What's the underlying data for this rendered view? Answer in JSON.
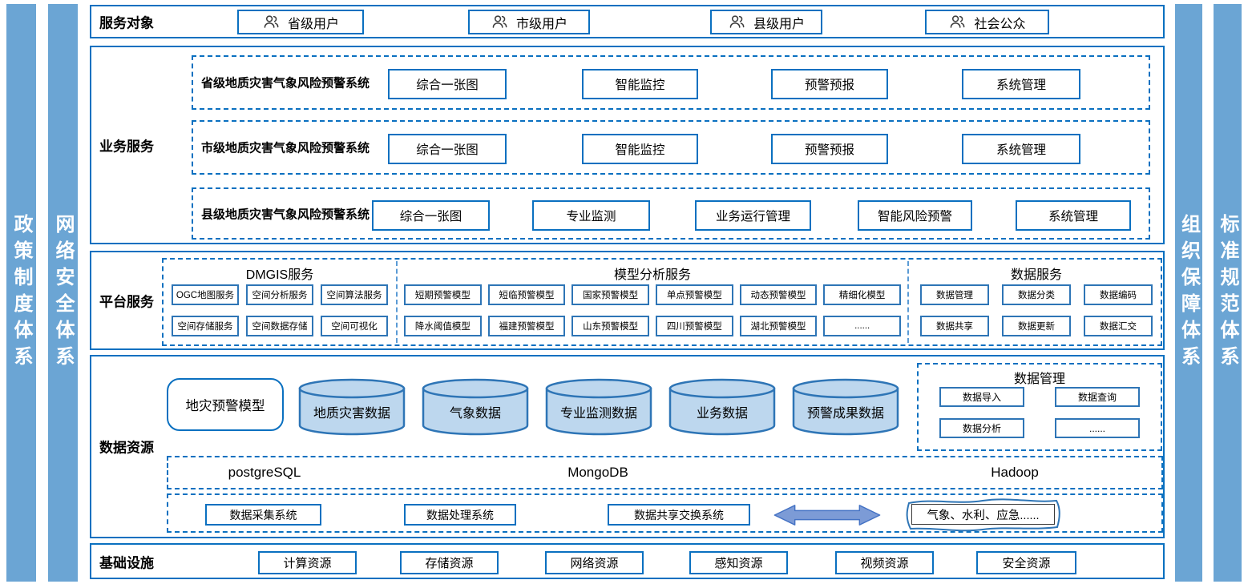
{
  "colors": {
    "accent_blue": "#0A70C0",
    "pillar_blue": "#6BA5D4",
    "cylinder_fill": "#BDD7EE",
    "small_box_border": "#2E75B6",
    "arrow_fill": "#7C9BD6"
  },
  "pillars": {
    "left": [
      "政策制度体系",
      "网络安全体系"
    ],
    "right": [
      "组织保障体系",
      "标准规范体系"
    ]
  },
  "service_targets": {
    "title": "服务对象",
    "items": [
      "省级用户",
      "市级用户",
      "县级用户",
      "社会公众"
    ]
  },
  "business_services": {
    "title": "业务服务",
    "systems": [
      {
        "name": "省级地质灾害气象风险预警系统",
        "modules": [
          "综合一张图",
          "智能监控",
          "预警预报",
          "系统管理"
        ]
      },
      {
        "name": "市级地质灾害气象风险预警系统",
        "modules": [
          "综合一张图",
          "智能监控",
          "预警预报",
          "系统管理"
        ]
      },
      {
        "name": "县级地质灾害气象风险预警系统",
        "modules": [
          "综合一张图",
          "专业监测",
          "业务运行管理",
          "智能风险预警",
          "系统管理"
        ]
      }
    ]
  },
  "platform_services": {
    "title": "平台服务",
    "groups": [
      {
        "name": "DMGIS服务",
        "rows": [
          [
            "OGC地图服务",
            "空间分析服务",
            "空间算法服务"
          ],
          [
            "空间存储服务",
            "空间数据存储",
            "空间可视化"
          ]
        ]
      },
      {
        "name": "模型分析服务",
        "rows": [
          [
            "短期预警模型",
            "短临预警模型",
            "国家预警模型",
            "单点预警模型",
            "动态预警模型",
            "精细化模型"
          ],
          [
            "降水阈值模型",
            "福建预警模型",
            "山东预警模型",
            "四川预警模型",
            "湖北预警模型",
            "......"
          ]
        ]
      },
      {
        "name": "数据服务",
        "rows": [
          [
            "数据管理",
            "数据分类",
            "数据编码"
          ],
          [
            "数据共享",
            "数据更新",
            "数据汇交"
          ]
        ]
      }
    ]
  },
  "data_resources": {
    "title": "数据资源",
    "model_box": "地灾预警模型",
    "cylinders": [
      "地质灾害数据",
      "气象数据",
      "专业监测数据",
      "业务数据",
      "预警成果数据"
    ],
    "data_management": {
      "title": "数据管理",
      "items": [
        "数据导入",
        "数据查询",
        "数据分析",
        "......"
      ]
    },
    "storage_engines": [
      "postgreSQL",
      "MongoDB",
      "Hadoop"
    ],
    "exchange_systems": [
      "数据采集系统",
      "数据处理系统",
      "数据共享交换系统"
    ],
    "external_label": "气象、水利、应急......"
  },
  "infrastructure": {
    "title": "基础设施",
    "items": [
      "计算资源",
      "存储资源",
      "网络资源",
      "感知资源",
      "视频资源",
      "安全资源"
    ]
  }
}
